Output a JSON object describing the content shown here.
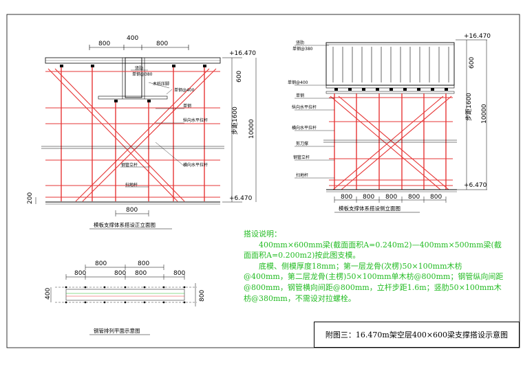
{
  "front_view": {
    "dims_top": [
      "800",
      "400",
      "800"
    ],
    "elev_top": "+16.470",
    "elev_bottom": "+6.470",
    "dim_right_600": "600",
    "dim_right_step": "步距1600",
    "dim_total": "10000",
    "dim_left_200": "200",
    "dim_bottom_800": "800",
    "labels": {
      "stud": "竖肋",
      "stud_spacing": "单钢@380",
      "wood_block": "木枋压脚",
      "single_tube_400": "单钢@400",
      "single_tube": "单钢",
      "long_bar": "纵向水平拉杆",
      "trans_bar": "横向水平拉杆",
      "steel_post": "钢管立杆",
      "sweep_bar": "扫地杆"
    },
    "caption": "模板支撑体系搭设正立面图"
  },
  "side_view": {
    "elev_top": "+16.470",
    "elev_bottom": "+6.470",
    "dim_600": "600",
    "dim_step": "步距1600",
    "dim_total": "10000",
    "dims_bottom": [
      "800",
      "800",
      "800",
      "800",
      "800"
    ],
    "labels": {
      "stud": "竖肋",
      "stud_spacing": "单钢@380",
      "single_tube_400": "单钢@400",
      "single_tube": "单钢",
      "long_bar": "纵向水平拉杆",
      "trans_bar": "横向水平拉杆",
      "scissor": "剪刀撑",
      "steel_post": "钢管立杆",
      "sweep_bar": "扫地杆"
    },
    "caption": "模板支撑体系搭设侧立面图"
  },
  "plan_view": {
    "dims_top_upper": [
      "800",
      "800"
    ],
    "dims_top_lower": [
      "800",
      "800",
      "800",
      "800"
    ],
    "dim_left": "400",
    "dim_right": "800",
    "caption": "钢管排列平面示意图"
  },
  "notes": {
    "heading": "搭设说明：",
    "lines": [
      "400mm×600mm梁(截面面积A=0.240m2)—400mm×500mm梁(截面面积A=0.200m2)按此图支模。",
      "底模、侧模厚度18mm；第一层龙骨(次楞)50×100mm木枋@400mm，第二层龙骨(主楞)50×100mm单木枋@800mm；钢管纵向间距@800mm，钢管横向间距@800mm，立杆步距1.6m；竖肋50×100mm木枋@380mm，不需设对拉螺栓。"
    ]
  },
  "title_block": {
    "title": "附图三：16.470m架空层400×600梁支撑搭设示意图"
  },
  "colors": {
    "line": "#000000",
    "tube": "#e63535",
    "notes": "#22bb22"
  }
}
